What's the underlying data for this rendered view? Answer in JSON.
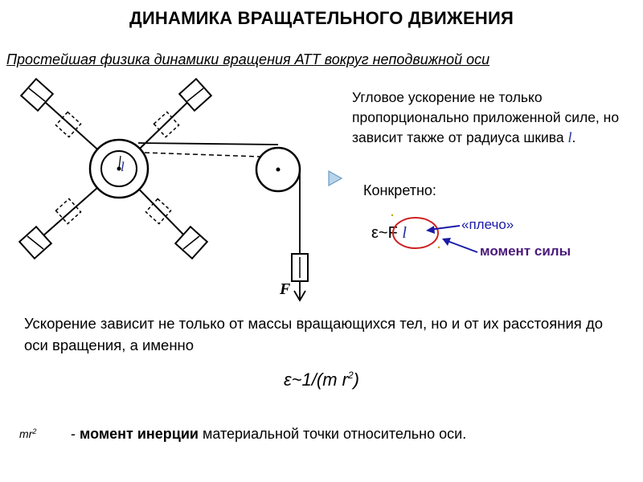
{
  "title": "ДИНАМИКА ВРАЩАТЕЛЬНОГО ДВИЖЕНИЯ",
  "subtitle": "Простейшая физика динамики вращения АТТ вокруг неподвижной оси",
  "para1": {
    "text": "Угловое ускорение не только пропорционально приложенной силе, но зависит также от радиуса шкива ",
    "var": "l",
    "end": "."
  },
  "konkretno": "Конкретно:",
  "formula1": {
    "prefix": "ε~F ",
    "var": "l"
  },
  "callouts": {
    "plecho": "«плечо»",
    "moment": "момент силы"
  },
  "para2": "Ускорение зависит не только от массы вращающихся тел, но и от их расстояния до оси вращения, а именно",
  "formula2": {
    "main": "ε~1/(m r",
    "sup": "2",
    "close": ")"
  },
  "mr2": {
    "base": "mr",
    "sup": "2"
  },
  "para3": {
    "dash": "- ",
    "bold": "момент инерции",
    "rest": " материальной точки относительно оси."
  },
  "diagram": {
    "force_label": "F",
    "radius_label": "l"
  },
  "colors": {
    "arrow": "#1a1aa8",
    "ellipse": "#cc2222",
    "arrowhead_fill": "#b8d4ea"
  }
}
